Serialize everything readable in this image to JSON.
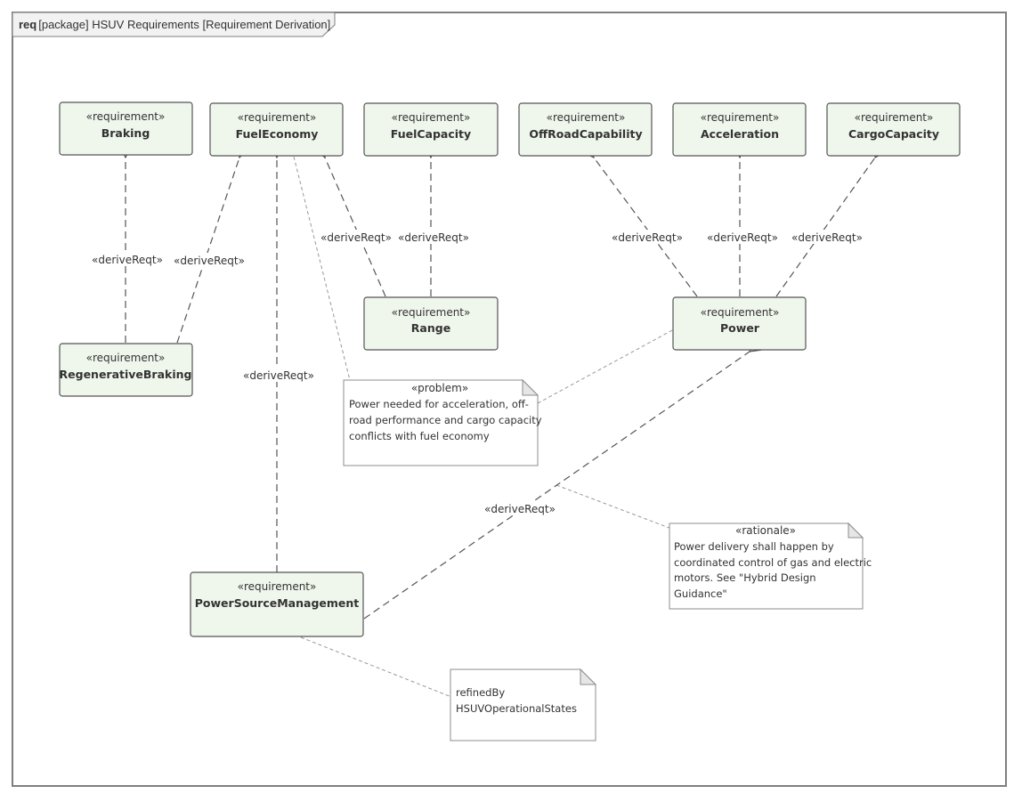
{
  "frame": {
    "keyword": "req",
    "title": "[package] HSUV Requirements [Requirement Derivation]"
  },
  "requirements": {
    "braking": {
      "stereotype": "«requirement»",
      "name": "Braking"
    },
    "fuel_economy": {
      "stereotype": "«requirement»",
      "name": "FuelEconomy"
    },
    "fuel_capacity": {
      "stereotype": "«requirement»",
      "name": "FuelCapacity"
    },
    "off_road": {
      "stereotype": "«requirement»",
      "name": "OffRoadCapability"
    },
    "acceleration": {
      "stereotype": "«requirement»",
      "name": "Acceleration"
    },
    "cargo": {
      "stereotype": "«requirement»",
      "name": "CargoCapacity"
    },
    "range": {
      "stereotype": "«requirement»",
      "name": "Range"
    },
    "power": {
      "stereotype": "«requirement»",
      "name": "Power"
    },
    "regen": {
      "stereotype": "«requirement»",
      "name": "RegenerativeBraking"
    },
    "psm": {
      "stereotype": "«requirement»",
      "name": "PowerSourceManagement"
    }
  },
  "relationships": [
    {
      "from": "RegenerativeBraking",
      "to": "Braking",
      "label": "«deriveReqt»"
    },
    {
      "from": "RegenerativeBraking",
      "to": "FuelEconomy",
      "label": "«deriveReqt»"
    },
    {
      "from": "PowerSourceManagement",
      "to": "FuelEconomy",
      "label": "«deriveReqt»"
    },
    {
      "from": "Range",
      "to": "FuelEconomy",
      "label": "«deriveReqt»"
    },
    {
      "from": "Range",
      "to": "FuelCapacity",
      "label": "«deriveReqt»"
    },
    {
      "from": "Power",
      "to": "OffRoadCapability",
      "label": "«deriveReqt»"
    },
    {
      "from": "Power",
      "to": "Acceleration",
      "label": "«deriveReqt»"
    },
    {
      "from": "Power",
      "to": "CargoCapacity",
      "label": "«deriveReqt»"
    },
    {
      "from": "PowerSourceManagement",
      "to": "Power",
      "label": "«deriveReqt»"
    }
  ],
  "notes": {
    "problem": {
      "stereotype": "«problem»",
      "lines": [
        "Power needed for acceleration, off-",
        "road performance and cargo capacity",
        "conflicts with fuel economy"
      ]
    },
    "rationale": {
      "stereotype": "«rationale»",
      "lines": [
        "Power delivery shall happen by",
        "coordinated control of gas and electric",
        "motors. See \"Hybrid Design",
        "Guidance\""
      ]
    },
    "refined": {
      "lines": [
        "refinedBy",
        "HSUVOperationalStates"
      ]
    }
  },
  "colors": {
    "requirement_fill": "#eff6ec",
    "requirement_border": "#555555",
    "note_fill": "#ffffff",
    "connector": "#555555"
  }
}
